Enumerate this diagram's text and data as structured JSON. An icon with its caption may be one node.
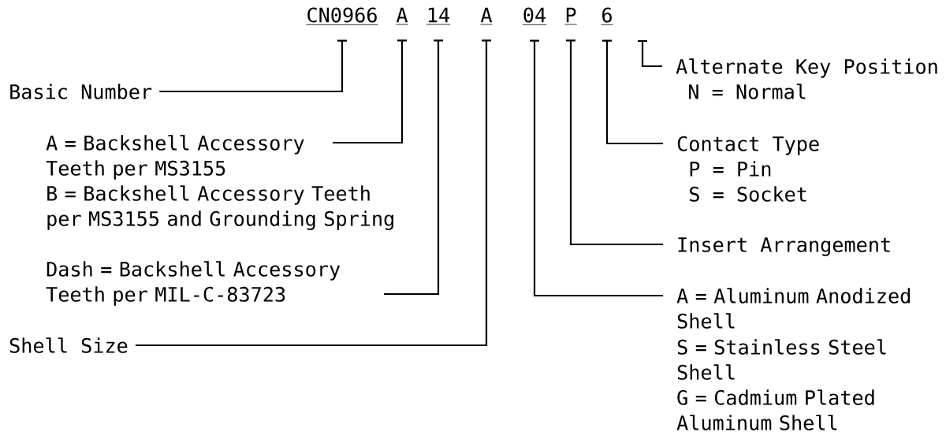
{
  "diagram": {
    "nodes": [
      {
        "text": [
          "CN0966"
        ]
      },
      {
        "text": [
          "A"
        ]
      },
      {
        "text": [
          "14"
        ]
      },
      {
        "text": [
          "A"
        ]
      },
      {
        "text": [
          "04"
        ]
      },
      {
        "text": [
          "P"
        ]
      },
      {
        "text": [
          "6"
        ]
      },
      {
        "text": [
          "Alternate Key Position",
          "N = Normal"
        ]
      },
      {
        "text": [
          "Basic Number"
        ]
      },
      {
        "text": [
          "A = Backshell Accessory Teeth per MS3155"
        ]
      },
      {
        "text": [
          "B = Backshell Accessory Teeth per MS3155 and Grounding Spring"
        ]
      },
      {
        "text": [
          "Dash = Backshell Accessory Teeth per MIL-C-83723"
        ]
      },
      {
        "text": [
          "Contact Type",
          "P = Pin",
          "S = Socket"
        ]
      },
      {
        "text": [
          "Insert Arrangement"
        ]
      },
      {
        "text": [
          "A = Aluminum Anodized Shell"
        ]
      },
      {
        "text": [
          "S = Stainless Steel Shell"
        ]
      },
      {
        "text": [
          "G = Cadmium Plated Aluminum Shell"
        ]
      },
      {
        "text": [
          "Shell Size"
        ]
      }
    ],
    "edges": [
      {
        "from": 0,
        "to": 8,
        "arrow": "none"
      },
      {
        "from": 1,
        "to": 9,
        "arrow": "none"
      },
      {
        "from": 2,
        "to": 11,
        "arrow": "none"
      },
      {
        "from": 3,
        "to": 17,
        "arrow": "none"
      },
      {
        "from": 4,
        "to": 14,
        "arrow": "none"
      },
      {
        "from": 5,
        "to": 13,
        "arrow": "none"
      },
      {
        "from": 6,
        "to": 12,
        "arrow": "none"
      },
      {
        "from": null,
        "to": 7,
        "arrow": "none"
      }
    ]
  }
}
